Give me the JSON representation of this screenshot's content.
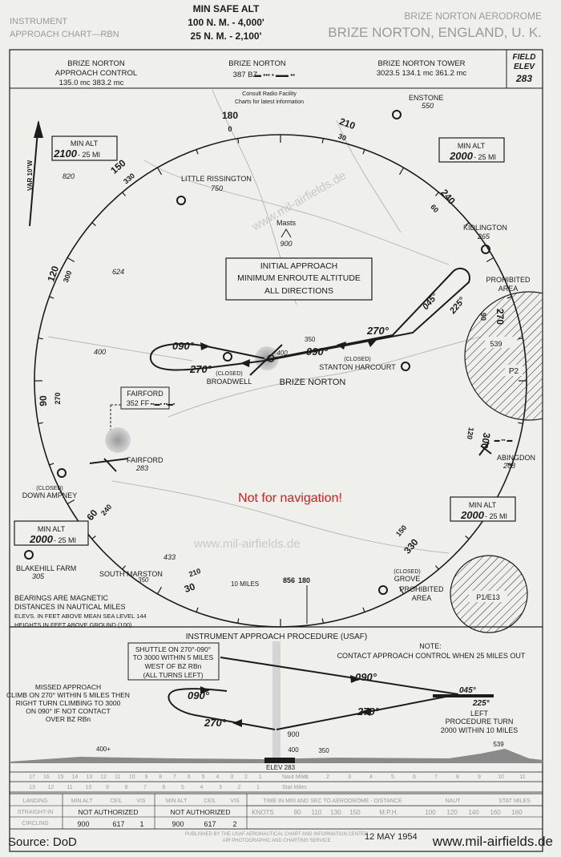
{
  "header": {
    "chart_type_line1": "INSTRUMENT",
    "chart_type_line2": "APPROACH CHART—RBN",
    "min_safe_alt_title": "MIN SAFE ALT",
    "min_safe_alt_1": "100 N. M. - 4,000'",
    "min_safe_alt_2": "25 N. M. - 2,100'",
    "aerodrome_name": "BRIZE NORTON AERODROME",
    "location": "BRIZE NORTON, ENGLAND, U. K."
  },
  "frequency_row": {
    "approach_control_name_1": "BRIZE NORTON",
    "approach_control_name_2": "APPROACH CONTROL",
    "approach_control_freqs": "135.0 mc  383.2 mc",
    "rbn_name": "BRIZE NORTON",
    "rbn_freq": "387 BZ",
    "rbn_morse": "▬ ▪▪▪ ▪ ▬▬ ▪▪",
    "tower_name": "BRIZE NORTON TOWER",
    "tower_freqs": "3023.5  134.1 mc  361.2 mc",
    "field_elev_label_1": "FIELD",
    "field_elev_label_2": "ELEV",
    "field_elev_value": "283"
  },
  "plan_view": {
    "consult_note_1": "Consult Radio Facility",
    "consult_note_2": "Charts for latest information",
    "variation": "VAR 10°W",
    "spot_elev_820": "820",
    "spot_elev_624": "624",
    "spot_elev_400": "400",
    "spot_elev_433": "433",
    "masts_label": "Masts",
    "masts_height": "900",
    "min_alt_label": "MIN ALT",
    "min_alt_nw": "2100",
    "min_alt_ne": "2000",
    "min_alt_se": "2000",
    "min_alt_sw": "2000",
    "min_alt_suffix": "- 25 MI",
    "initial_approach_1": "INITIAL APPROACH",
    "initial_approach_2": "MINIMUM ENROUTE ALTITUDE",
    "initial_approach_3": "ALL DIRECTIONS",
    "airfields": {
      "enstone": "ENSTONE",
      "enstone_elev": "550",
      "little_rissington": "LITTLE RISSINGTON",
      "little_rissington_elev": "750",
      "kidlington": "KIDLINGTON",
      "kidlington_elev": "265",
      "broadwell_closed": "(CLOSED)",
      "broadwell": "BROADWELL",
      "brize_norton": "BRIZE NORTON",
      "brize_norton_elev": "400",
      "stanton_closed": "(CLOSED)",
      "stanton_harcourt": "STANTON HARCOURT",
      "fairford_box_1": "FAIRFORD",
      "fairford_box_2": "352 FF",
      "fairford": "FAIRFORD",
      "fairford_elev": "283",
      "abingdon": "ABINGDON",
      "abingdon_elev": "268",
      "down_ampney_closed": "(CLOSED)",
      "down_ampney": "DOWN AMPNEY",
      "blakehill_farm": "BLAKEHILL FARM",
      "blakehill_farm_elev": "305",
      "south_marston": "SOUTH MARSTON",
      "south_marston_elev": "350",
      "grove_closed": "(CLOSED)",
      "grove": "GROVE"
    },
    "prohibited_area": "PROHIBITED AREA",
    "prohibited_area_1": "PROHIBITED",
    "prohibited_area_2": "AREA",
    "p2_label": "P2",
    "p1_label": "P1/E13",
    "p2_spot": "539",
    "bearings": [
      "0",
      "30",
      "60",
      "90",
      "120",
      "150",
      "180",
      "210",
      "240",
      "270",
      "300",
      "330",
      "0"
    ],
    "compass": {
      "north_180": "180",
      "north_0": "0",
      "n210": "210",
      "n30": "30",
      "n240": "240",
      "n60": "60",
      "e270": "270",
      "e90": "90",
      "e300": "300",
      "e120": "120",
      "se330": "330",
      "se150": "150",
      "s856": "856",
      "s180": "180",
      "sw210": "210",
      "sw30": "30",
      "w240": "240",
      "w60": "60",
      "w270": "270",
      "w90": "90",
      "nw300": "300",
      "nw120": "120",
      "nw330": "330",
      "nw150": "150"
    },
    "ten_miles": "10 MILES",
    "track_090_west": "090°",
    "track_270_west": "270°",
    "track_350": "350",
    "track_270_east": "270°",
    "track_090_east": "090°",
    "track_045": "045°",
    "track_225": "225°",
    "not_for_navigation": "Not for navigation!",
    "watermark": "www.mil-airfields.de",
    "notes_1": "BEARINGS ARE MAGNETIC",
    "notes_2": "DISTANCES IN NAUTICAL MILES",
    "notes_3": "ELEVS. IN FEET ABOVE MEAN SEA LEVEL 144",
    "notes_4": "HEIGHTS IN FEET ABOVE GROUND (100)"
  },
  "procedure": {
    "title": "INSTRUMENT APPROACH PROCEDURE (USAF)",
    "shuttle_1": "SHUTTLE ON 270°-090°",
    "shuttle_2": "TO 3000 WITHIN 5 MILES",
    "shuttle_3": "WEST OF BZ RBn",
    "shuttle_4": "(ALL TURNS LEFT)",
    "note_title": "NOTE:",
    "note_text": "CONTACT APPROACH CONTROL WHEN 25 MILES OUT",
    "missed_1": "MISSED APPROACH",
    "missed_2": "CLIMB ON 270° WITHIN 5 MILES THEN",
    "missed_3": "RIGHT TURN CLIMBING TO 3000",
    "missed_4": "ON 090° IF NOT CONTACT",
    "missed_5": "OVER BZ RBn",
    "p_090_top": "090°",
    "p_090_left": "090°",
    "p_270_left": "270°",
    "p_270_right": "270°",
    "p_045": "045°",
    "p_225": "225°",
    "procedure_turn_1": "LEFT",
    "procedure_turn_2": "PROCEDURE TURN",
    "procedure_turn_3": "2000 WITHIN 10 MILES",
    "alt_900": "900",
    "profile_400": "400",
    "profile_350": "350",
    "profile_400_left": "400+",
    "profile_539": "539",
    "elev": "ELEV 283",
    "naut_miles": "Naut Miles",
    "stat_miles": "Stat Miles"
  },
  "minimums": {
    "rows": [
      "LANDING",
      "STRAIGHT-IN",
      "CIRCLING"
    ],
    "headers_a": [
      "MIN ALT",
      "CEIL",
      "VIS"
    ],
    "headers_b": [
      "MIN ALT",
      "CEIL",
      "VIS"
    ],
    "not_authorized_a": "NOT AUTHORIZED",
    "not_authorized_b": "NOT AUTHORIZED",
    "circling_a": [
      "900",
      "617",
      "1"
    ],
    "circling_b": [
      "900",
      "617",
      "2"
    ],
    "time_title": "TIME IN MIN AND SEC TO AERODROME - DISTANCE",
    "knots": "KNOTS",
    "speeds": [
      "90",
      "110",
      "130",
      "150"
    ],
    "mph": "M.P.H.",
    "mph_speeds": [
      "100",
      "120",
      "140",
      "160",
      "160"
    ],
    "naut": "NAUT",
    "stat_miles": "STAT MILES",
    "scale_top": [
      "17",
      "16",
      "15",
      "14",
      "13",
      "12",
      "11",
      "10",
      "9",
      "8",
      "7",
      "6",
      "5",
      "4",
      "3",
      "2",
      "1"
    ],
    "scale_bottom": [
      "13",
      "12",
      "11",
      "10",
      "9",
      "8",
      "7",
      "6",
      "5",
      "4",
      "3",
      "2",
      "1"
    ],
    "scale_right": [
      "1",
      "2",
      "3",
      "4",
      "5",
      "6",
      "7",
      "8",
      "9",
      "10",
      "11"
    ]
  },
  "footer": {
    "source": "Source: DoD",
    "date": "12 MAY 1954",
    "site": "www.mil-airfields.de",
    "publisher_1": "PUBLISHED BY THE USAF AERONAUTICAL CHART AND INFORMATION CENTER",
    "publisher_2": "AIR PHOTOGRAPHIC AND CHARTING SERVICE"
  },
  "colors": {
    "ink": "#1c1c1c",
    "paper": "#efefec",
    "faded": "#9a9a9a",
    "warning_red": "#d6201a"
  }
}
